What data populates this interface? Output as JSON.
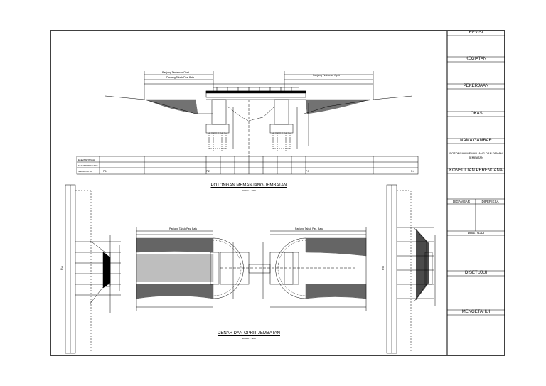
{
  "title_block": {
    "revisi": "REVISI",
    "kegiatan": "KEGIATAN",
    "pekerjaan": "PEKERJAAN",
    "lokasi": "LOKASI",
    "nama_gambar": "NAMA GAMBAR",
    "drawing_name_line1": "POTONGAN MEMANJANG DAN DENAH",
    "drawing_name_line2": "JEMBATAN",
    "konsultan": "KONSULTAN PERENCANA",
    "digambar": "DIGAMBAR",
    "diperiksa": "DIPERIKSA",
    "disetujui": "DISETUJUI",
    "mengetahui": "MENGETAHUI"
  },
  "drawing": {
    "section_title": "POTONGAN MEMANJANG JEMBATAN",
    "section_scale": "SKALA 1 : 200",
    "plan_title": "DENAH DAN OPRIT JEMBATAN",
    "plan_scale": "SKALA 1 : 200",
    "dim_oprit_left": "Panjang Timbunan Oprit",
    "dim_oprit_right": "Panjang Timbunan Oprit",
    "dim_tabuk": "Panjang Tabuk Pas. Batu",
    "dim_plan_left": "Panjang Tabuk Pas. Batu",
    "dim_plan_right": "Panjang Tabuk Pas. Batu",
    "row_label_1": "ELEVASI TANAH",
    "row_label_2": "ELEVASI RENCANA",
    "row_label_3": "JARAK PATOK",
    "station_left": "P.1",
    "station_mid1": "P.2",
    "station_mid2": "P.3",
    "station_right": "P.4",
    "side_label_left": "P.A",
    "side_label_right": "P.B"
  }
}
